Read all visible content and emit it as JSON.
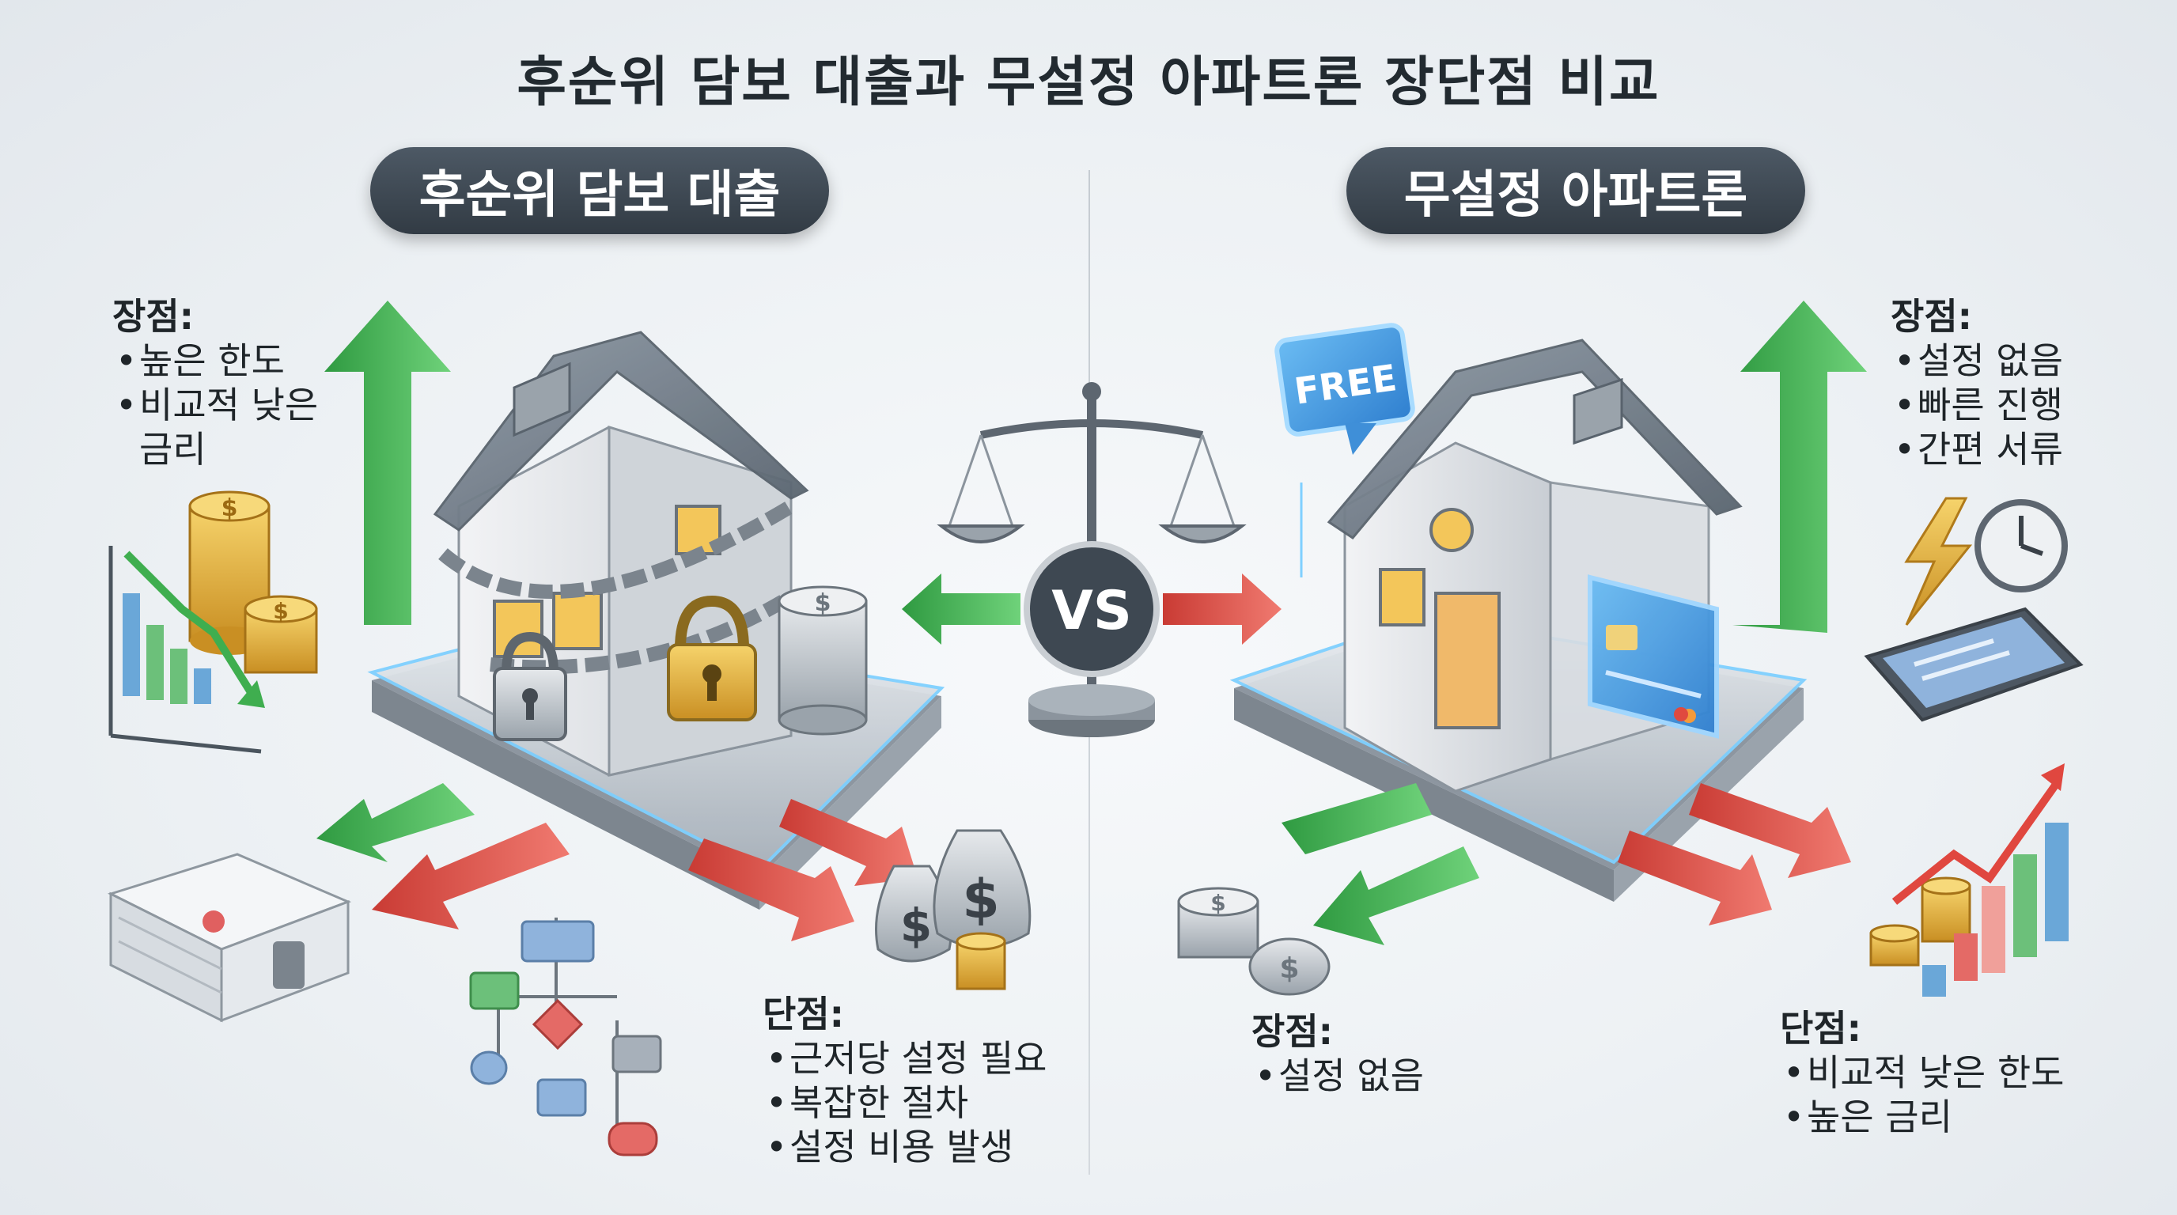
{
  "title": "후순위 담보 대출과 무설정 아파트론 장단점 비교",
  "left": {
    "name": "후순위 담보 대출",
    "pros": {
      "heading": "장점:",
      "items": [
        "높은 한도",
        "비교적 낮은 금리"
      ]
    },
    "cons": {
      "heading": "단점:",
      "items": [
        "근저당 설정 필요",
        "복잡한 절차",
        "설정 비용 발생"
      ]
    }
  },
  "right": {
    "name": "무설정 아파트론",
    "pros": {
      "heading": "장점:",
      "items": [
        "설정 없음",
        "빠른 진행",
        "간편 서류"
      ]
    },
    "pros_bottom": {
      "heading": "장점:",
      "items": [
        "설정 없음"
      ]
    },
    "cons": {
      "heading": "단점:",
      "items": [
        "비교적 낮은 한도",
        "높은 금리"
      ]
    }
  },
  "center": {
    "vs_label": "VS",
    "free_badge": "FREE"
  },
  "icons": {
    "dollar": "$"
  },
  "colors": {
    "green": "#3fae4f",
    "red": "#e0473f",
    "pill": "#3c4650",
    "gold": "#e3a93a",
    "blue": "#4aa3e8"
  }
}
